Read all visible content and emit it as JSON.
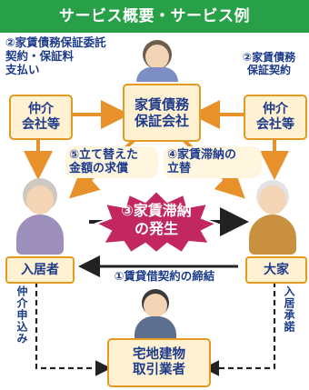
{
  "header": {
    "title": "サービス概要・サービス例"
  },
  "guarantor": {
    "label": "家賃債務\n保証会社"
  },
  "broker_left": {
    "label": "仲介\n会社等"
  },
  "broker_right": {
    "label": "仲介\n会社等"
  },
  "notes": {
    "top_left": "②家賃債務保証委託\n契約・保証料\n支払い",
    "top_right": "②家賃債務\n保証契約",
    "reimburse": "⑤立て替えた\n金額の求償",
    "advance": "④家賃滞納の\n立替"
  },
  "event": {
    "label": "③家賃滞納\nの発生"
  },
  "tenant": {
    "label": "入居者"
  },
  "landlord": {
    "label": "大家"
  },
  "lease": {
    "label": "①賃貸借契約の締結"
  },
  "vertical": {
    "left": "仲介申込み",
    "right": "入居承諾"
  },
  "agent": {
    "label": "宅地建物\n取引業者"
  },
  "colors": {
    "header": "#27a048",
    "text": "#1d3b8b",
    "box_fill": "#fff1d2",
    "box_border": "#e19a22",
    "arrow_orange": "#e8902a",
    "arrow_black": "#222222",
    "event_fill": "#c2275f"
  }
}
